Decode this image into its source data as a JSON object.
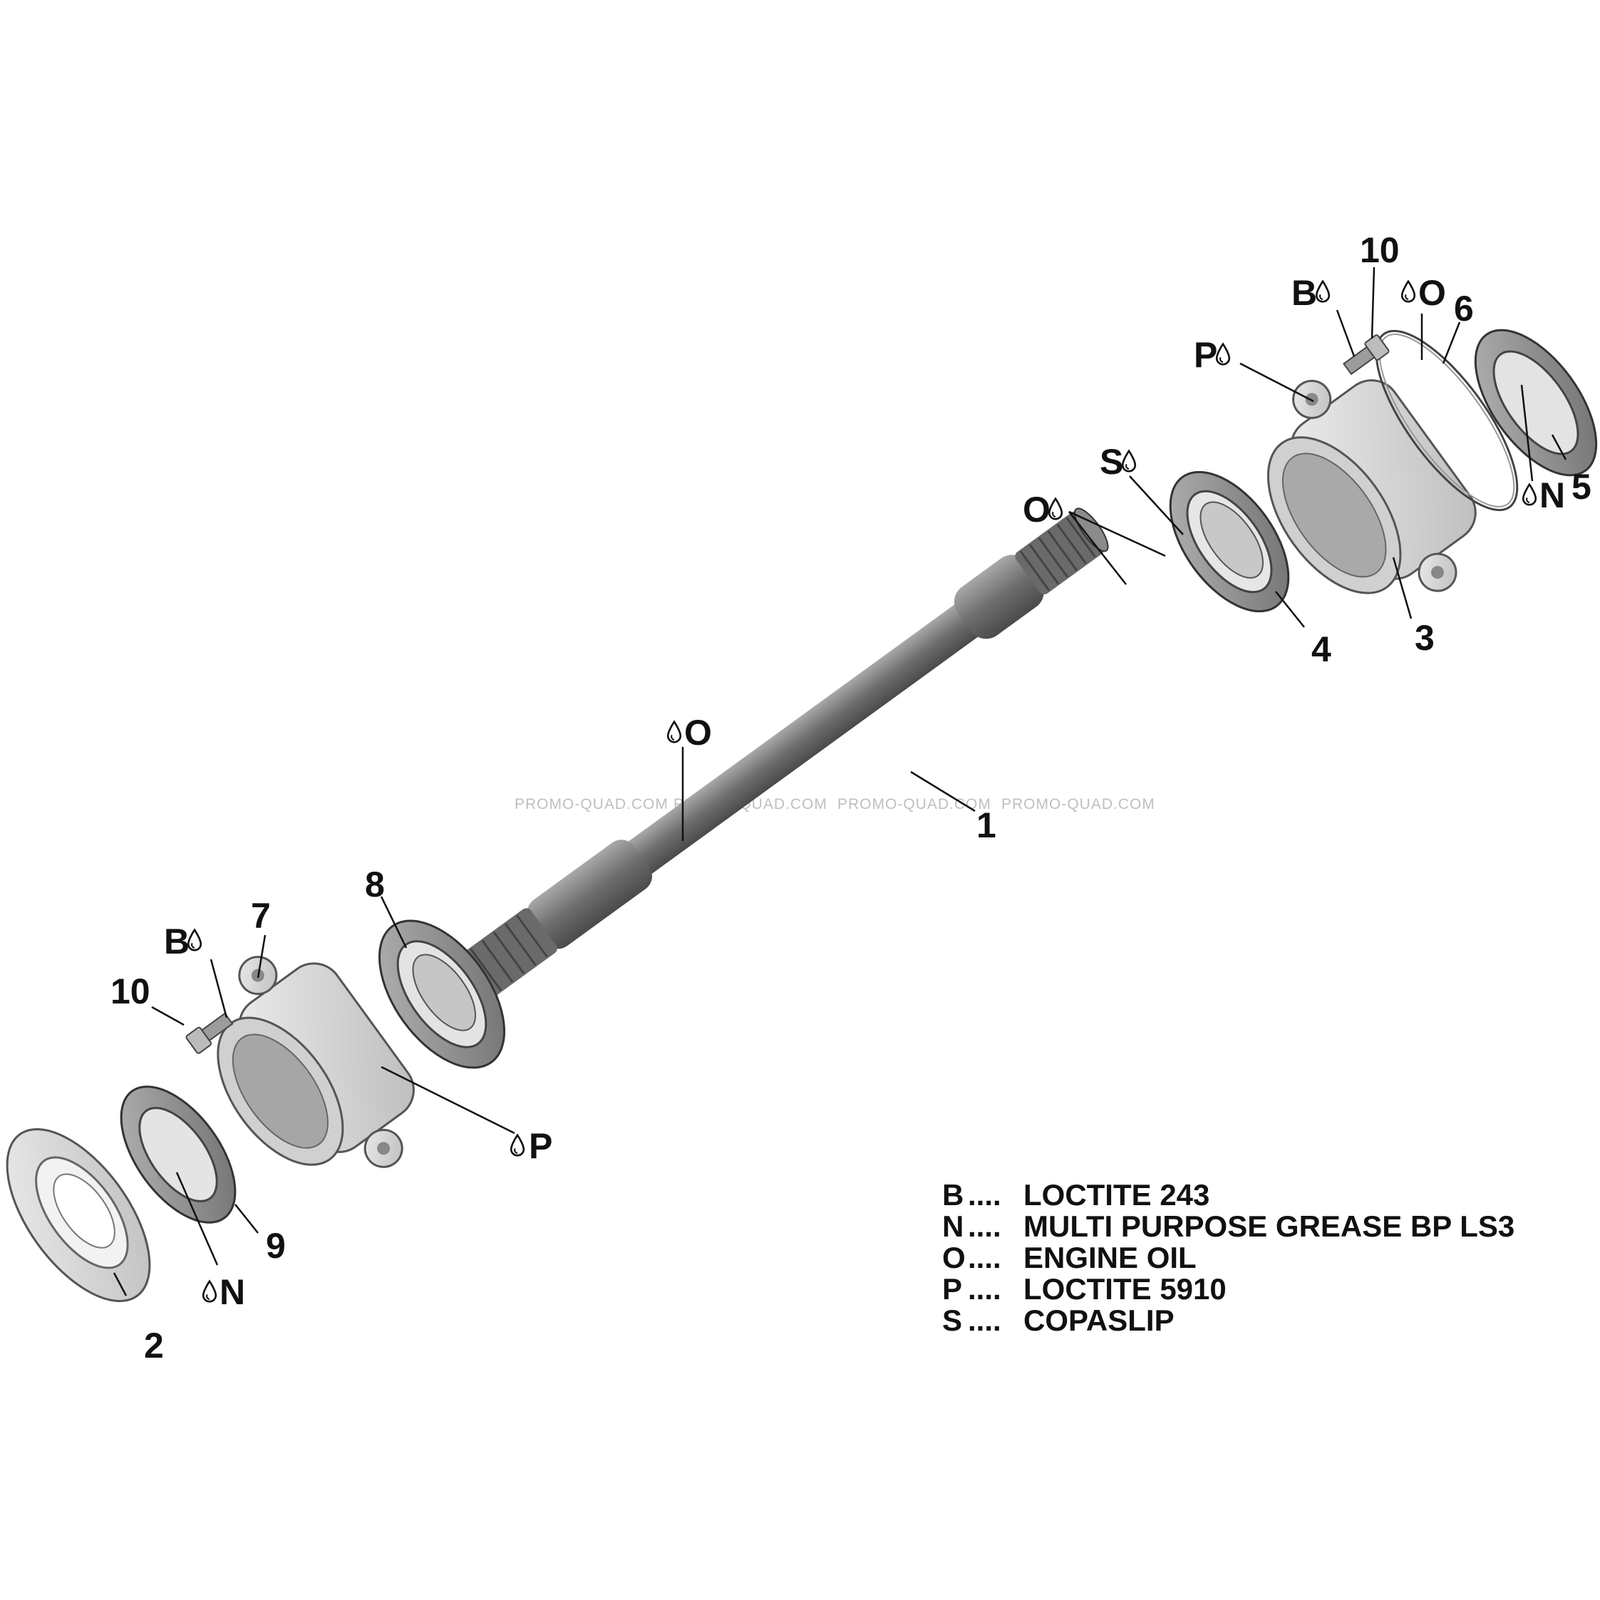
{
  "callouts": {
    "p1": "1",
    "p2": "2",
    "p3": "3",
    "p4": "4",
    "p5": "5",
    "p6": "6",
    "p7": "7",
    "p8": "8",
    "p9": "9",
    "p10_top": "10",
    "p10_left": "10"
  },
  "codes": {
    "b_top": "B",
    "b_left": "B",
    "p_top": "P",
    "p_left": "P",
    "o_ring": "O",
    "o_spline": "O",
    "o_shaft": "O",
    "s_spline": "S",
    "n_seal5": "N",
    "n_seal9": "N"
  },
  "watermark": "PROMO-QUAD.COM",
  "legend": [
    {
      "code": "B",
      "dots": "....",
      "text": "LOCTITE 243"
    },
    {
      "code": "N",
      "dots": "....",
      "text": "MULTI PURPOSE GREASE BP LS3"
    },
    {
      "code": "O",
      "dots": "....",
      "text": "ENGINE OIL"
    },
    {
      "code": "P",
      "dots": "....",
      "text": "LOCTITE 5910"
    },
    {
      "code": "S",
      "dots": "....",
      "text": "COPASLIP"
    }
  ],
  "colors": {
    "part_fill": "#d9d9d9",
    "part_dark": "#8a8a8a",
    "shaft_fill": "#7a7a7a",
    "ink": "#111111",
    "watermark": "#bfbfbf"
  }
}
